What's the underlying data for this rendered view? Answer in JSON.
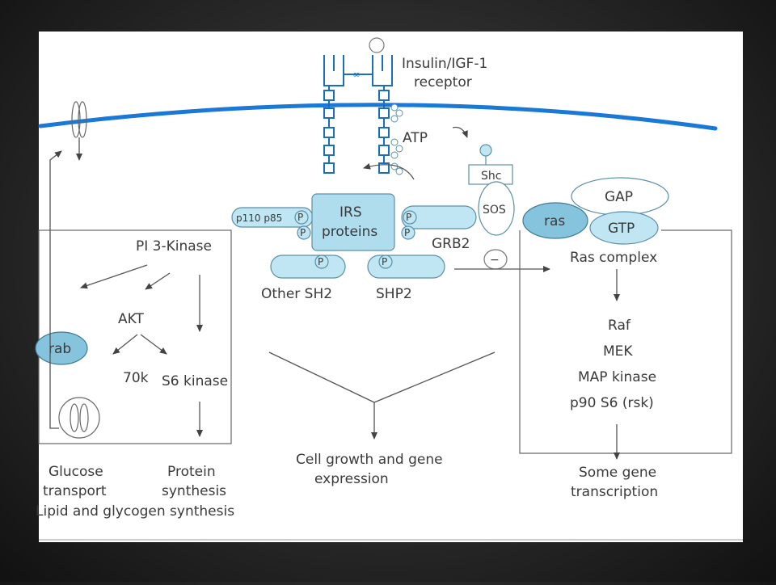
{
  "receptor": {
    "label_line1": "Insulin/IGF-1",
    "label_line2": "receptor"
  },
  "atp": "ATP",
  "shc": "Shc",
  "sos": "SOS",
  "gap": "GAP",
  "ras": "ras",
  "gtp": "GTP",
  "ras_complex": "Ras complex",
  "irs": {
    "line1": "IRS",
    "line2": "proteins"
  },
  "p110_p85": "p110 p85",
  "phospho": "P",
  "grb2": "GRB2",
  "other_sh2": "Other SH2",
  "shp2": "SHP2",
  "minus": "−",
  "pi3k": {
    "title": "PI 3-Kinase",
    "akt": "AKT",
    "rab": "rab",
    "k70": "70k",
    "s6": "S6 kinase"
  },
  "mapk": {
    "raf": "Raf",
    "mek": "MEK",
    "map_kinase": "MAP kinase",
    "p90": "p90 S6 (rsk)"
  },
  "outputs": {
    "glucose_line1": "Glucose",
    "glucose_line2": "transport",
    "protein_line1": "Protein",
    "protein_line2": "synthesis",
    "lipid": "Lipid and glycogen synthesis",
    "growth_line1": "Cell growth and gene",
    "growth_line2": "expression",
    "gene_line1": "Some gene",
    "gene_line2": "transcription"
  }
}
